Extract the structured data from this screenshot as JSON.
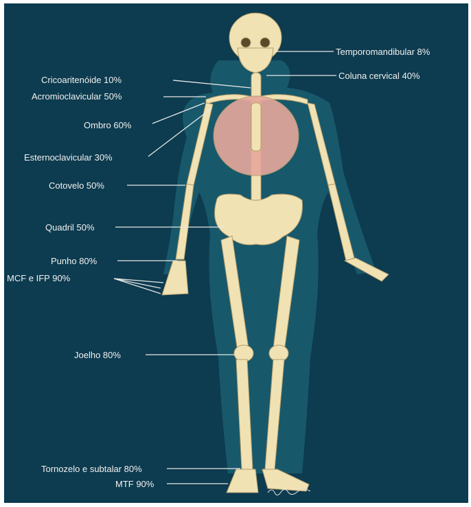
{
  "figure": {
    "background_color": "#0d3b4f",
    "bone_color": "#f1e2b4",
    "body_silhouette_color": "#1c6374",
    "line_color": "#e8e8e8",
    "text_color": "#f2f2f2",
    "signature": "Baldysan"
  },
  "labels": {
    "temporomandibular": "Temporomandibular 8%",
    "coluna_cervical": "Coluna cervical 40%",
    "cricoaritenoide": "Cricoaritenóide 10%",
    "acromioclavicular": "Acromioclavicular 50%",
    "ombro": "Ombro 60%",
    "esternoclavicular": "Esternoclavicular 30%",
    "cotovelo": "Cotovelo 50%",
    "quadril": "Quadril 50%",
    "punho": "Punho 80%",
    "mcf_ifp": "MCF e IFP 90%",
    "joelho": "Joelho 80%",
    "tornozelo": "Tornozelo e subtalar 80%",
    "mtf": "MTF 90%"
  }
}
